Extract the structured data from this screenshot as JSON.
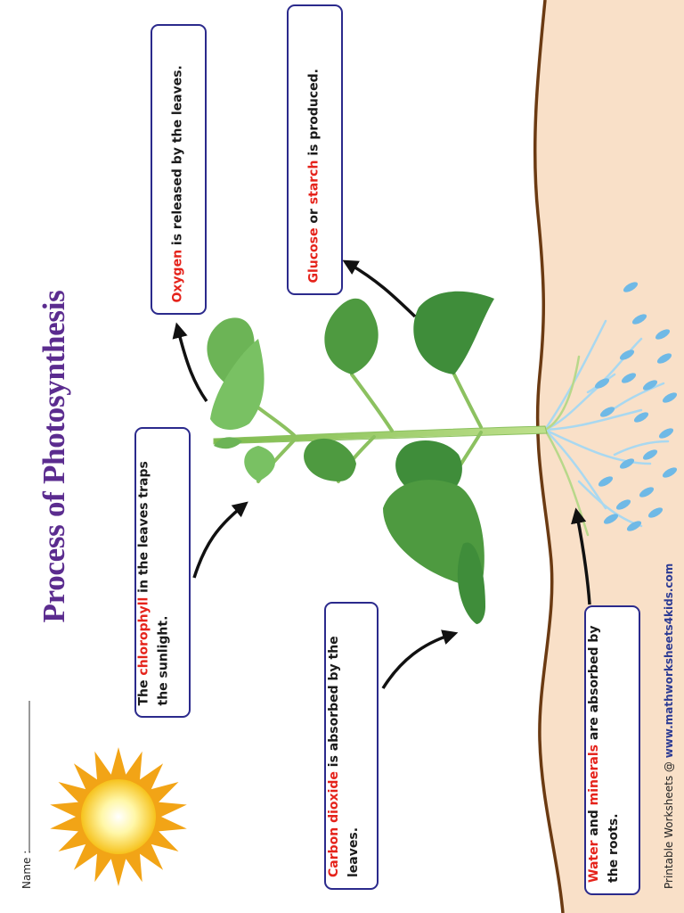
{
  "title": "Process of Photosynthesis",
  "name_label": "Name :",
  "footer": {
    "prefix": "Printable Worksheets @ ",
    "url": "www.mathworksheets4kids.com"
  },
  "callouts": {
    "chlorophyll": {
      "before": "The ",
      "highlight": "chlorophyll",
      "after": " in the leaves traps the sunlight."
    },
    "carbon_dioxide": {
      "highlight": "Carbon dioxide",
      "after": " is absorbed by the leaves."
    },
    "water": {
      "highlight1": "Water",
      "mid": " and ",
      "highlight2": "minerals",
      "after": " are absorbed by the roots."
    },
    "oxygen": {
      "highlight": "Oxygen",
      "after": " is released by the leaves."
    },
    "glucose": {
      "highlight1": "Glucose",
      "mid": " or ",
      "highlight2": "starch",
      "after": " is produced."
    }
  },
  "colors": {
    "title": "#5b2c8f",
    "highlight": "#e5231b",
    "box_border": "#2b2a8c",
    "soil": "#f9e0c8",
    "soil_edge": "#6b3a12",
    "leaf_dark": "#3f8d3a",
    "leaf_light": "#6cb456",
    "stem": "#9ccc6a",
    "root": "#a9d8f0",
    "water_drop": "#6fb9e6",
    "sun_rays": "#f2a416",
    "sun_core": "#fff7a8"
  }
}
